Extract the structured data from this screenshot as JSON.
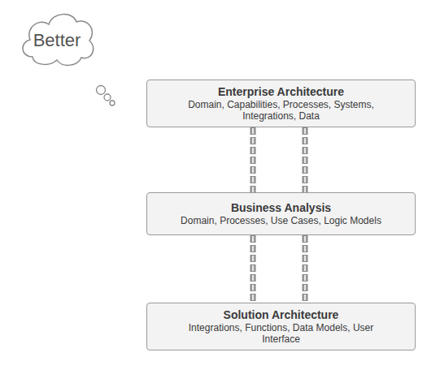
{
  "diagram": {
    "nodes": [
      {
        "text": [
          "Better"
        ]
      },
      {
        "text": [
          "Enterprise Architecture",
          "Domain, Capabilities, Processes, Systems, Integrations, Data"
        ]
      },
      {
        "text": [
          "Business Analysis",
          "Domain, Processes, Use Cases, Logic Models"
        ]
      },
      {
        "text": [
          "Solution Architecture",
          "Integrations, Functions, Data Models, User Interface"
        ]
      }
    ],
    "edges": [
      {
        "from": 1,
        "to": 2,
        "arrow": "none"
      },
      {
        "from": 1,
        "to": 2,
        "arrow": "none"
      },
      {
        "from": 2,
        "to": 3,
        "arrow": "none"
      },
      {
        "from": 2,
        "to": 3,
        "arrow": "none"
      }
    ]
  }
}
